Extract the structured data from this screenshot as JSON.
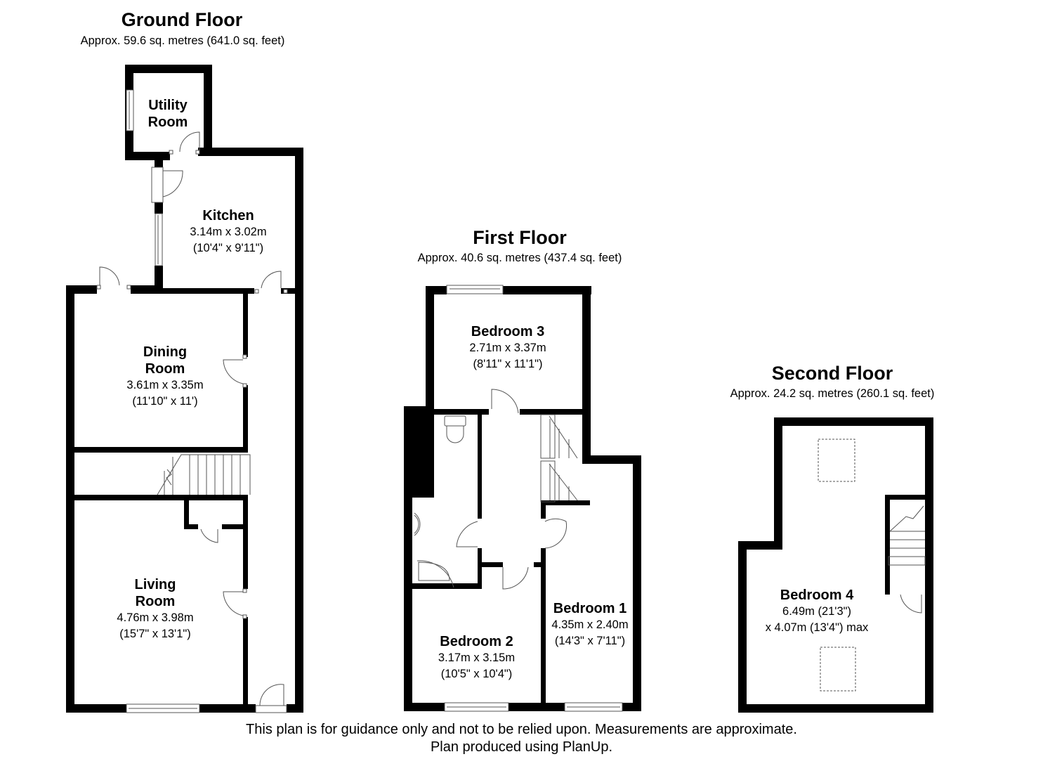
{
  "floors": {
    "ground": {
      "title": "Ground Floor",
      "area": "Approx. 59.6 sq. metres (641.0 sq. feet)",
      "rooms": {
        "utility": {
          "name_line1": "Utility",
          "name_line2": "Room"
        },
        "kitchen": {
          "name": "Kitchen",
          "metric": "3.14m x 3.02m",
          "imperial": "(10'4\" x 9'11\")"
        },
        "dining": {
          "name_line1": "Dining",
          "name_line2": "Room",
          "metric": "3.61m x 3.35m",
          "imperial": "(11'10\" x 11')"
        },
        "living": {
          "name_line1": "Living",
          "name_line2": "Room",
          "metric": "4.76m x 3.98m",
          "imperial": "(15'7\" x 13'1\")"
        }
      }
    },
    "first": {
      "title": "First Floor",
      "area": "Approx. 40.6 sq. metres (437.4 sq. feet)",
      "rooms": {
        "bedroom3": {
          "name": "Bedroom 3",
          "metric": "2.71m x 3.37m",
          "imperial": "(8'11\" x 11'1\")"
        },
        "bedroom2": {
          "name": "Bedroom 2",
          "metric": "3.17m x 3.15m",
          "imperial": "(10'5\" x 10'4\")"
        },
        "bedroom1": {
          "name": "Bedroom 1",
          "metric": "4.35m x 2.40m",
          "imperial": "(14'3\" x 7'11\")"
        }
      }
    },
    "second": {
      "title": "Second Floor",
      "area": "Approx. 24.2 sq. metres (260.1 sq. feet)",
      "rooms": {
        "bedroom4": {
          "name": "Bedroom 4",
          "line1": "6.49m (21'3\")",
          "line2": "x 4.07m (13'4\") max"
        }
      }
    }
  },
  "footer": {
    "line1": "This plan is for guidance only and not to be relied upon. Measurements are approximate.",
    "line2": "Plan produced using PlanUp."
  },
  "colors": {
    "wall": "#000000",
    "background": "#ffffff",
    "fixture_line": "#555555"
  }
}
